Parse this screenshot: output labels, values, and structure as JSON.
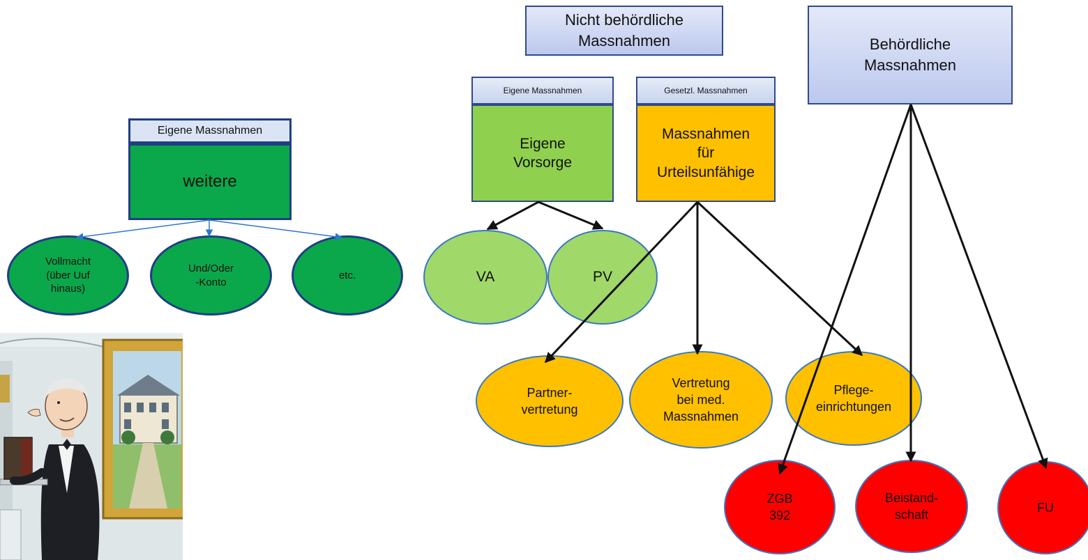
{
  "left_diagram": {
    "header": "Eigene Massnahmen",
    "main_box": "weitere",
    "children": [
      "Vollmacht\n(über Uuf\nhinaus)",
      "Und/Oder\n-Konto",
      "etc."
    ]
  },
  "right_diagram": {
    "nicht_behoerdlich": "Nicht behördliche\nMassnahmen",
    "behoerdlich": "Behördliche\nMassnahmen",
    "eigene_header": "Eigene Massnahmen",
    "eigene_box": "Eigene\nVorsorge",
    "gesetzl_header": "Gesetzl. Massnahmen",
    "gesetzl_box": "Massnahmen\nfür\nUrteilsunfähige",
    "va": "VA",
    "pv": "PV",
    "partner": "Partner-\nvertretung",
    "vertretung": "Vertretung\nbei med.\nMassnahmen",
    "pflege": "Pflege-\neinrichtungen",
    "zgb": "ZGB\n392",
    "beistand": "Beistand-\nschaft",
    "fu": "FU"
  },
  "colors": {
    "dark_green": "#0aa84a",
    "light_green": "#8fd14f",
    "orange": "#ffc000",
    "red": "#ff0000",
    "blue_border": "#2f4a8c"
  }
}
